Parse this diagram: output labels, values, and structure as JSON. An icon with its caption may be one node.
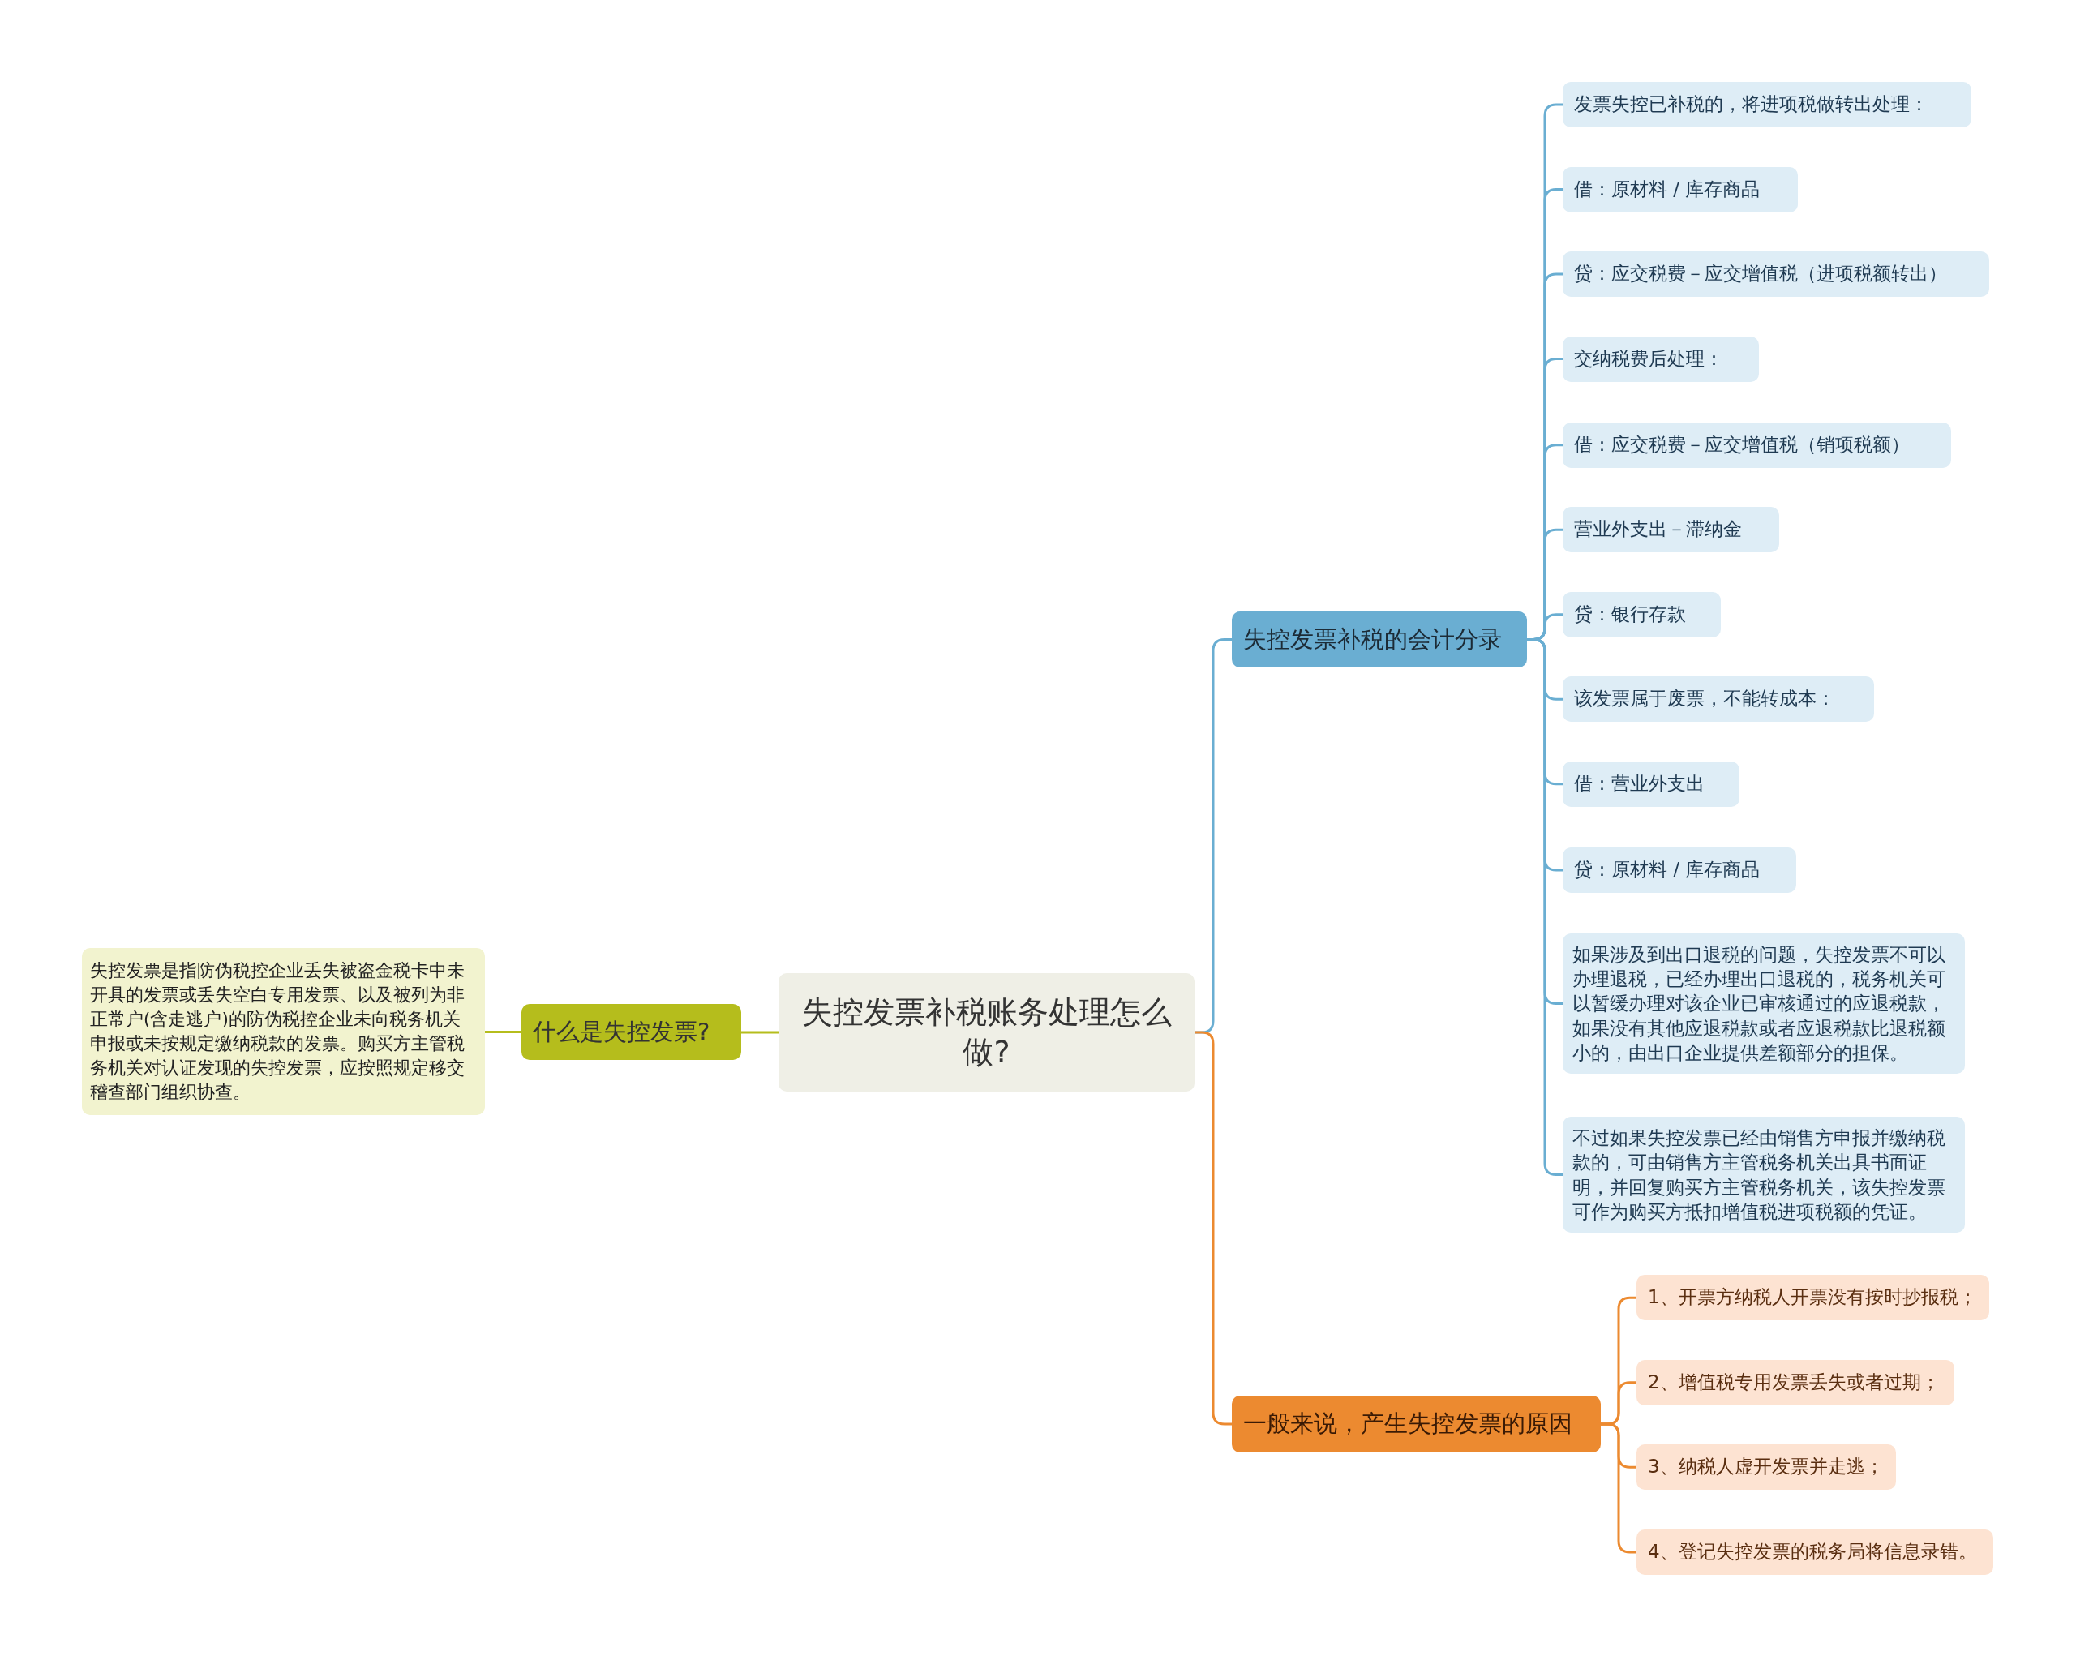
{
  "diagram": {
    "nodes": [
      {
        "text": [
          "失控发票补税账务处理怎么做?"
        ]
      },
      {
        "text": [
          "什么是失控发票?"
        ]
      },
      {
        "text": [
          "失控发票是指防伪税控企业丢失被盗金税卡中未开具的发票或丢失空白专用发票、以及被列为非正常户(含走逃户)的防伪税控企业未向税务机关申报或未按规定缴纳税款的发票。购买方主管税务机关对认证发现的失控发票，应按照规定移交稽查部门组织协查。"
        ]
      },
      {
        "text": [
          "失控发票补税的会计分录"
        ]
      },
      {
        "text": [
          "发票失控已补税的，将进项税做转出处理："
        ]
      },
      {
        "text": [
          "借：原材料 / 库存商品"
        ]
      },
      {
        "text": [
          "贷：应交税费－应交增值税（进项税额转出）"
        ]
      },
      {
        "text": [
          "交纳税费后处理："
        ]
      },
      {
        "text": [
          "借：应交税费－应交增值税（销项税额）"
        ]
      },
      {
        "text": [
          "营业外支出－滞纳金"
        ]
      },
      {
        "text": [
          "贷：银行存款"
        ]
      },
      {
        "text": [
          "该发票属于废票，不能转成本："
        ]
      },
      {
        "text": [
          "借：营业外支出"
        ]
      },
      {
        "text": [
          "贷：原材料 / 库存商品"
        ]
      },
      {
        "text": [
          "如果涉及到出口退税的问题，失控发票不可以办理退税，已经办理出口退税的，税务机关可以暂缓办理对该企业已审核通过的应退税款，如果没有其他应退税款或者应退税款比退税额小的，由出口企业提供差额部分的担保。"
        ]
      },
      {
        "text": [
          "不过如果失控发票已经由销售方申报并缴纳税款的，可由销售方主管税务机关出具书面证明，并回复购买方主管税务机关，该失控发票可作为购买方抵扣增值税进项税额的凭证。"
        ]
      },
      {
        "text": [
          "一般来说，产生失控发票的原因"
        ]
      },
      {
        "text": [
          "1、开票方纳税人开票没有按时抄报税；"
        ]
      },
      {
        "text": [
          "2、增值税专用发票丢失或者过期；"
        ]
      },
      {
        "text": [
          "3、纳税人虚开发票并走逃；"
        ]
      },
      {
        "text": [
          "4、登记失控发票的税务局将信息录错。"
        ]
      }
    ],
    "edges": [
      {
        "from": 0,
        "to": 1,
        "arrow": "none",
        "color": "#b5bd1c"
      },
      {
        "from": 1,
        "to": 2,
        "arrow": "none",
        "color": "#b5bd1c"
      },
      {
        "from": 0,
        "to": 3,
        "arrow": "none"
      },
      {
        "from": 3,
        "to": 4,
        "arrow": "none"
      },
      {
        "from": 3,
        "to": 5,
        "arrow": "none"
      },
      {
        "from": 3,
        "to": 6,
        "arrow": "none"
      },
      {
        "from": 3,
        "to": 7,
        "arrow": "none"
      },
      {
        "from": 3,
        "to": 8,
        "arrow": "none"
      },
      {
        "from": 3,
        "to": 9,
        "arrow": "none"
      },
      {
        "from": 3,
        "to": 10,
        "arrow": "none"
      },
      {
        "from": 3,
        "to": 11,
        "arrow": "none"
      },
      {
        "from": 3,
        "to": 12,
        "arrow": "none"
      },
      {
        "from": 3,
        "to": 13,
        "arrow": "none"
      },
      {
        "from": 3,
        "to": 14,
        "arrow": "none"
      },
      {
        "from": 3,
        "to": 15,
        "arrow": "none"
      },
      {
        "from": 0,
        "to": 16,
        "arrow": "none",
        "color": "#ec8a30"
      },
      {
        "from": 16,
        "to": 17,
        "arrow": "none",
        "color": "#ec8a30"
      },
      {
        "from": 16,
        "to": 18,
        "arrow": "none",
        "color": "#ec8a30"
      },
      {
        "from": 16,
        "to": 19,
        "arrow": "none",
        "color": "#ec8a30"
      },
      {
        "from": 16,
        "to": 20,
        "arrow": "none",
        "color": "#ec8a30"
      }
    ]
  }
}
